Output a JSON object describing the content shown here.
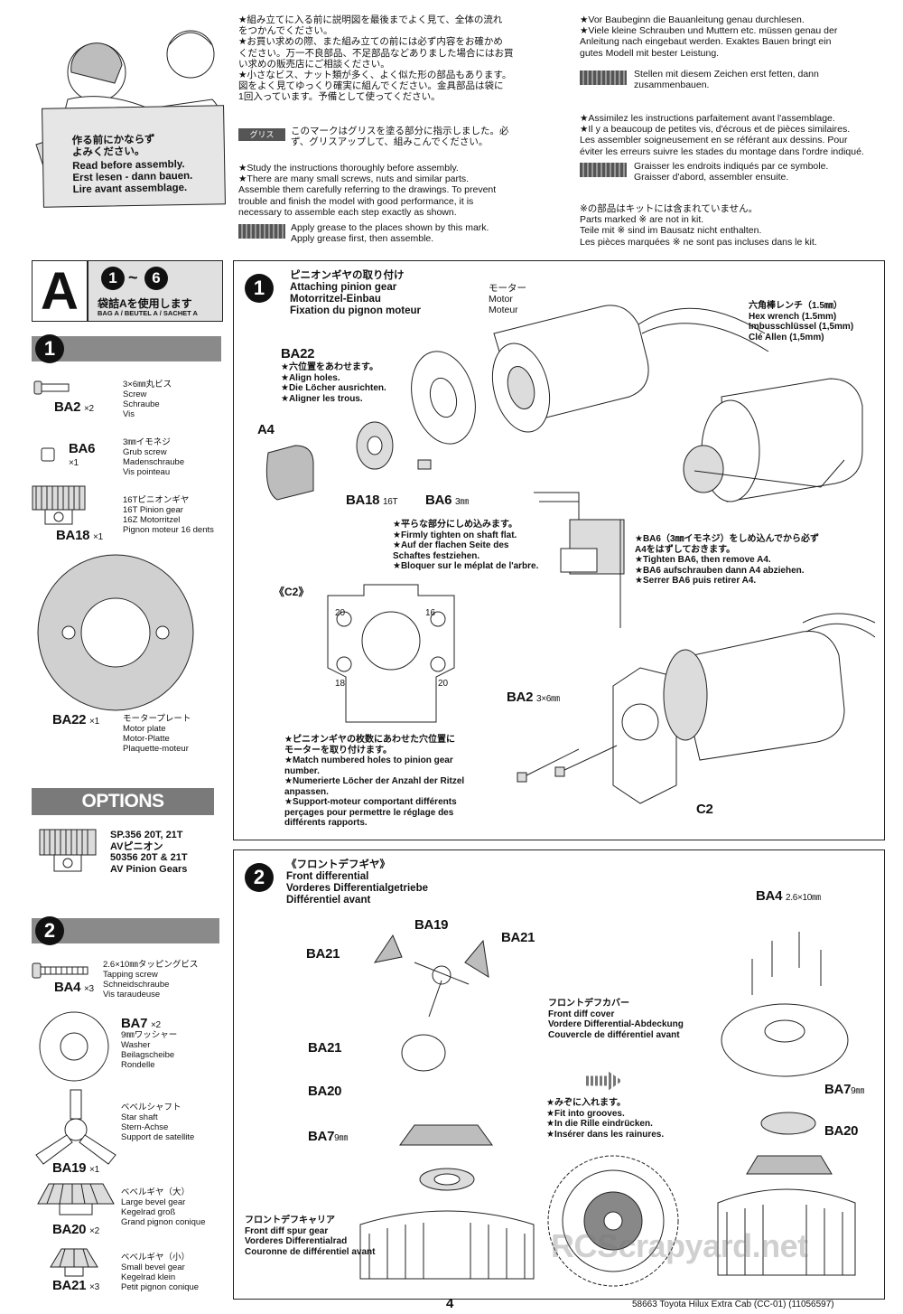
{
  "header": {
    "read_card": [
      "作る前にかならず\nよみください。",
      "Read before assembly.\nErst lesen - dann bauen.\nLire avant assemblage."
    ],
    "jp_notes": "★組み立てに入る前に説明図を最後までよく見て、全体の流れ\nをつかんでください。\n★お買い求めの際、また組み立ての前には必ず内容をお確かめ\nください。万一不良部品、不足部品などありました場合にはお買\nい求めの販売店にご相談ください。\n★小さなビス、ナット類が多く、よく似た形の部品もあります。\n図をよく見てゆっくり確実に組んでください。金具部品は袋に\n1回入っています。予備として使ってください。",
    "grease_tag": "グリス",
    "jp_grease": "このマークはグリスを塗る部分に指示しました。必\nず、グリスアップして、組みこんでください。",
    "en_notes": "★Study the instructions thoroughly before assembly.\n★There are many small screws, nuts and similar parts.\nAssemble them carefully referring to the drawings. To prevent\ntrouble and finish the model with good performance, it is\nnecessary to assemble each step exactly as shown.",
    "en_grease": "Apply grease to the places shown by this mark.\nApply grease first, then assemble.",
    "de_notes": "★Vor Baubeginn die Bauanleitung genau durchlesen.\n★Viele kleine Schrauben und Muttern etc. müssen genau der\nAnleitung nach eingebaut werden. Exaktes Bauen bringt ein\ngutes Modell mit bester Leistung.",
    "de_grease": "Stellen mit diesem Zeichen erst fetten, dann\nzusammenbauen.",
    "fr_notes": "★Assimilez les instructions parfaitement avant l'assemblage.\n★Il y a beaucoup de petites vis, d'écrous et de pièces similaires.\nLes assembler soigneusement en se référant aux dessins. Pour\néviter les erreurs suivre les stades du montage dans l'ordre indiqué.",
    "fr_grease": "Graisser les endroits indiqués par ce symbole.\nGraisser d'abord, assembler ensuite.",
    "not_included": "※の部品はキットには含まれていません。\nParts marked ※ are not in kit.\nTeile mit ※ sind im Bausatz nicht enthalten.\nLes pièces marquées ※ ne sont pas incluses dans le kit."
  },
  "bag": {
    "letter": "A",
    "range_from": "1",
    "range_sep": "~",
    "range_to": "6",
    "jp": "袋詰Aを使用します",
    "langs": "BAG A / BEUTEL A / SACHET A"
  },
  "sidebar": {
    "step1_num": "1",
    "step2_num": "2",
    "options_title": "OPTIONS",
    "parts1": [
      {
        "code": "BA2",
        "qty": "×2",
        "desc": "3×6㎜丸ビス\nScrew\nSchraube\nVis"
      },
      {
        "code": "BA6",
        "qty": "×1",
        "desc": "3㎜イモネジ\nGrub screw\nMadenschraube\nVis pointeau"
      },
      {
        "code": "BA18",
        "qty": "×1",
        "desc": "16Tピニオンギヤ\n16T Pinion gear\n16Z Motorritzel\nPignon moteur 16 dents"
      },
      {
        "code": "BA22",
        "qty": "×1",
        "desc": "モータープレート\nMotor plate\nMotor-Platte\nPlaquette-moteur"
      }
    ],
    "option": "SP.356 20T, 21T\nAVピニオン\n50356 20T & 21T\nAV Pinion Gears",
    "parts2": [
      {
        "code": "BA4",
        "qty": "×3",
        "desc": "2.6×10㎜タッピングビス\nTapping screw\nSchneidschraube\nVis taraudeuse"
      },
      {
        "code": "BA7",
        "qty": "×2",
        "desc": "9㎜ワッシャー\nWasher\nBeilagscheibe\nRondelle"
      },
      {
        "code": "BA19",
        "qty": "×1",
        "desc": "ベベルシャフト\nStar shaft\nStern-Achse\nSupport de satellite"
      },
      {
        "code": "BA20",
        "qty": "×2",
        "desc": "ベベルギヤ（大）\nLarge bevel gear\nKegelrad groß\nGrand pignon conique"
      },
      {
        "code": "BA21",
        "qty": "×3",
        "desc": "ベベルギヤ（小）\nSmall bevel gear\nKegelrad klein\nPetit pignon conique"
      }
    ]
  },
  "step1": {
    "num": "1",
    "title": "ピニオンギヤの取り付け\nAttaching pinion gear\nMotorritzel-Einbau\nFixation du pignon moteur",
    "motor": "モーター\nMotor\nMoteur",
    "hex": "六角棒レンチ（1.5㎜）\nHex wrench (1.5mm)\nImbusschlüssel (1,5mm)\nClé Allen (1,5mm)",
    "ba22": "BA22",
    "align": "★六位置をあわせます。\n★Align holes.\n★Die Löcher ausrichten.\n★Aligner les trous.",
    "a4": "A4",
    "ba18": "BA18",
    "ba18_size": "16T",
    "ba6": "BA6",
    "ba6_size": "3㎜",
    "flat": "★平らな部分にしめ込みます。\n★Firmly tighten on shaft flat.\n★Auf der flachen Seite des\nSchaftes festziehen.\n★Bloquer sur le méplat de l'arbre.",
    "tighten": "★BA6（3㎜イモネジ）をしめ込んでから必ず\nA4をはずしておきます。\n★Tighten BA6, then remove A4.\n★BA6 aufschrauben dann A4 abziehen.\n★Serrer BA6 puis retirer A4.",
    "c2_tag": "《C2》",
    "hole_a": "20",
    "hole_b": "16",
    "hole_c": "18",
    "hole_d": "20",
    "match": "★ピニオンギヤの枚数にあわせた穴位置に\nモーターを取り付けます。\n★Match numbered holes to pinion gear\nnumber.\n★Numerierte Löcher der Anzahl der Ritzel\nanpassen.\n★Support-moteur comportant différents\nperçages pour permettre le réglage des\ndifférents rapports.",
    "ba2": "BA2",
    "ba2_size": "3×6㎜",
    "c2": "C2"
  },
  "step2": {
    "num": "2",
    "title": "《フロントデフギヤ》\nFront differential\nVorderes Differentialgetriebe\nDifférentiel avant",
    "ba19": "BA19",
    "ba21a": "BA21",
    "ba21b": "BA21",
    "ba21c": "BA21",
    "ba20": "BA20",
    "ba7": "BA7",
    "ba7_size": "9㎜",
    "carrier": "フロントデフキャリア\nFront diff spur gear\nVorderes Differentialrad\nCouronne de différentiel avant",
    "ba4": "BA4",
    "ba4_size": "2.6×10㎜",
    "cover": "フロントデフカバー\nFront diff cover\nVordere Differential-Abdeckung\nCouvercle de différentiel avant",
    "grooves": "★みぞに入れます。\n★Fit into grooves.\n★In die Rille eindrücken.\n★Insérer dans les rainures.",
    "ba7r": "BA7",
    "ba7r_size": "9㎜",
    "ba20r": "BA20"
  },
  "footer": {
    "page": "4",
    "model": "58663  Toyota Hilux Extra Cab (CC-01) (11056597)",
    "watermark": "RCScrapyard.net"
  }
}
